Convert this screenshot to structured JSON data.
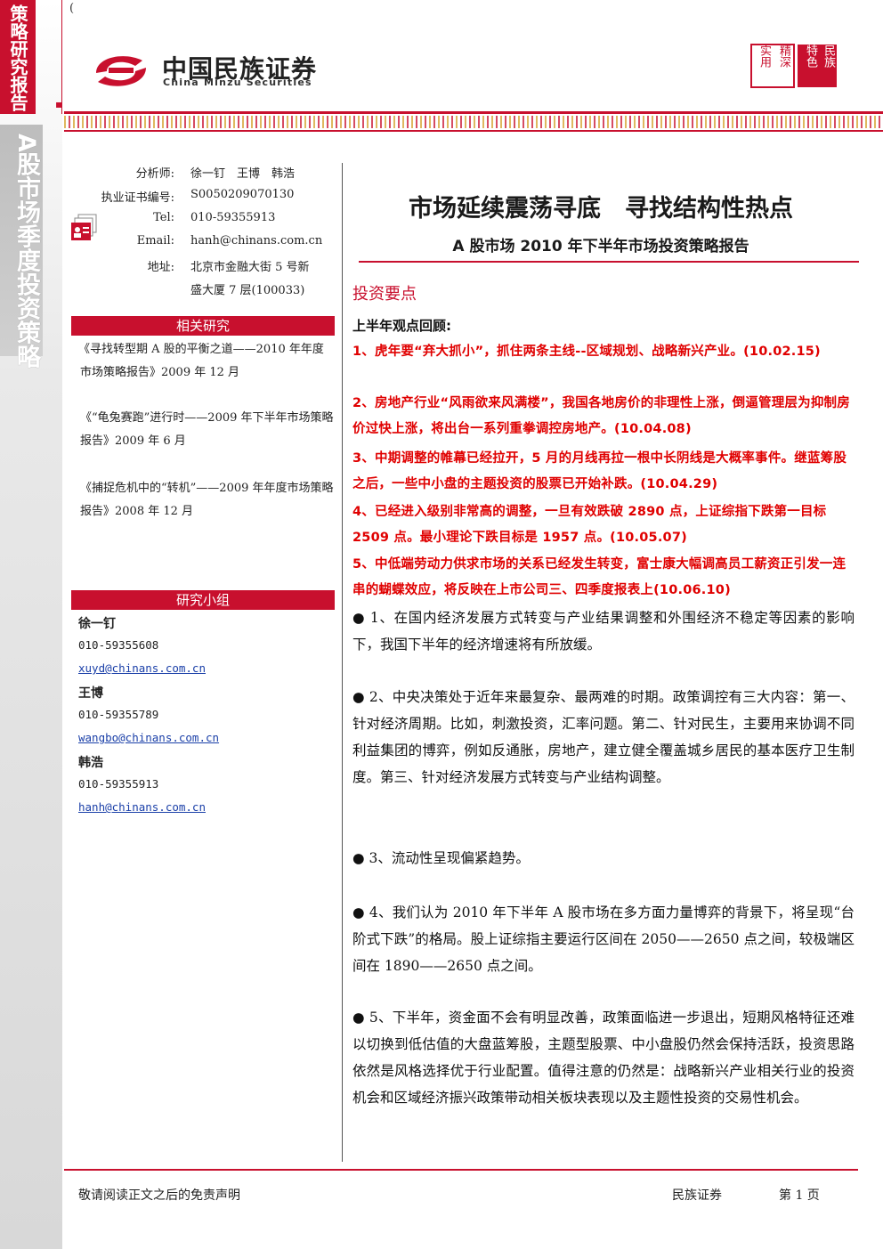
{
  "side": {
    "tag": "策略研究报告",
    "subtitle": "A股市场季度投资策略"
  },
  "top_mark": "(",
  "logo": {
    "cn": "中国民族证券",
    "en": "China Minzu Securities"
  },
  "seal": {
    "col1": "实用",
    "col2": "精深",
    "col3": "特色",
    "col4": "民族"
  },
  "analyst": {
    "analyst_label": "分析师:",
    "analyst_value": "徐一钉　王博　韩浩",
    "cert_label": "执业证书编号:",
    "cert_value": "S0050209070130",
    "tel_label": "Tel:",
    "tel_value": "010-59355913",
    "email_label": "Email:",
    "email_value": "hanh@chinans.com.cn",
    "addr_label": "地址:",
    "addr_value_1": "北京市金融大街 5 号新",
    "addr_value_2": "盛大厦 7 层(100033)"
  },
  "related": {
    "header": "相关研究",
    "item1": "《寻找转型期 A 股的平衡之道——2010 年年度市场策略报告》2009 年 12 月",
    "item2": "《“龟兔赛跑”进行时——2009 年下半年市场策略报告》2009  年 6  月",
    "item3": "《捕捉危机中的“转机”——2009  年年度市场策略报告》2008  年 12  月"
  },
  "team": {
    "header": "研究小组",
    "m1_name": "徐一钉",
    "m1_tel": "010-59355608",
    "m1_mail": "xuyd@chinans.com.cn",
    "m2_name": "王博",
    "m2_tel": "010-59355789",
    "m2_mail": "wangbo@chinans.com.cn",
    "m3_name": "韩浩",
    "m3_tel": "010-59355913",
    "m3_mail": "hanh@chinans.com.cn"
  },
  "main": {
    "title": "市场延续震荡寻底　寻找结构性热点",
    "subtitle": "A 股市场 2010 年下半年市场投资策略报告",
    "key_points": "投资要点",
    "review_head": "上半年观点回顾:",
    "red_points": [
      "1、虎年要“弃大抓小”，抓住两条主线--区域规划、战略新兴产业。(10.02.15)",
      "2、房地产行业“风雨欲来风满楼”，我国各地房价的非理性上涨，倒逼管理层为抑制房价过快上涨，将出台一系列重拳调控房地产。(10.04.08)",
      "3、中期调整的帷幕已经拉开，5 月的月线再拉一根中长阴线是大概率事件。继蓝筹股之后，一些中小盘的主题投资的股票已开始补跌。(10.04.29)",
      "4、已经进入级别非常高的调整，一旦有效跌破 2890 点，上证综指下跌第一目标 2509 点。最小理论下跌目标是 1957 点。(10.05.07)",
      "5、中低端劳动力供求市场的关系已经发生转变，富士康大幅调高员工薪资正引发一连串的蝴蝶效应，将反映在上市公司三、四季度报表上(10.06.10)"
    ],
    "bullets": [
      "●  1、在国内经济发展方式转变与产业结果调整和外围经济不稳定等因素的影响下，我国下半年的经济增速将有所放缓。",
      "●  2、中央决策处于近年来最复杂、最两难的时期。政策调控有三大内容：第一、针对经济周期。比如，刺激投资，汇率问题。第二、针对民生，主要用来协调不同利益集团的博弈，例如反通胀，房地产，建立健全覆盖城乡居民的基本医疗卫生制度。第三、针对经济发展方式转变与产业结构调整。",
      "●  3、流动性呈现偏紧趋势。",
      "●  4、我们认为 2010 年下半年 A 股市场在多方面力量博弈的背景下，将呈现“台阶式下跌”的格局。股上证综指主要运行区间在 2050——2650 点之间，较极端区间在 1890——2650 点之间。",
      "●  5、下半年，资金面不会有明显改善，政策面临进一步退出，短期风格特征还难以切换到低估值的大盘蓝筹股，主题型股票、中小盘股仍然会保持活跃，投资思路依然是风格选择优于行业配置。值得注意的仍然是：战略新兴产业相关行业的投资机会和区域经济振兴政策带动相关板块表现以及主题性投资的交易性机会。"
    ]
  },
  "footer": {
    "disclaimer": "敬请阅读正文之后的免责声明",
    "company": "民族证券",
    "page": "第 1 页"
  }
}
